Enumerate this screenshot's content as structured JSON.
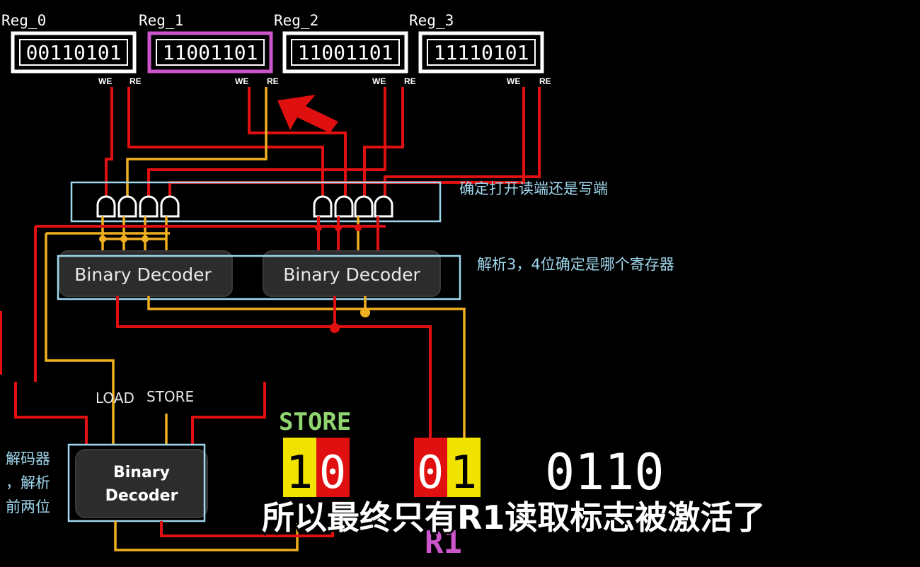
{
  "registers": [
    {
      "label": "Reg_0",
      "value": "00110101",
      "we": "WE",
      "re": "RE"
    },
    {
      "label": "Reg_1",
      "value": "11001101",
      "we": "WE",
      "re": "RE"
    },
    {
      "label": "Reg_2",
      "value": "11001101",
      "we": "WE",
      "re": "RE"
    },
    {
      "label": "Reg_3",
      "value": "11110101",
      "we": "WE",
      "re": "RE"
    }
  ],
  "colors": {
    "wire_red": "#e01010",
    "wire_yellow": "#f0b020",
    "highlight_register": "#cc55cc",
    "annotation_box": "#9fd8ee"
  },
  "decoders": {
    "left": "Binary Decoder",
    "right": "Binary Decoder",
    "bottom_line1": "Binary",
    "bottom_line2": "Decoder"
  },
  "annotations": {
    "gates": "确定打开读端还是写端",
    "decoders": "解析3，4位确定是哪个寄存器",
    "bottom_line1": "解码器",
    "bottom_line2": "，解析",
    "bottom_line3": "前两位"
  },
  "signals": {
    "load": "LOAD",
    "store": "STORE"
  },
  "instruction": {
    "op_label": "STORE",
    "bits": [
      "1",
      "0",
      "0",
      "1"
    ],
    "operand": "0110",
    "reg_label": "R1"
  },
  "subtitle": "所以最终只有R1读取标志被激活了"
}
